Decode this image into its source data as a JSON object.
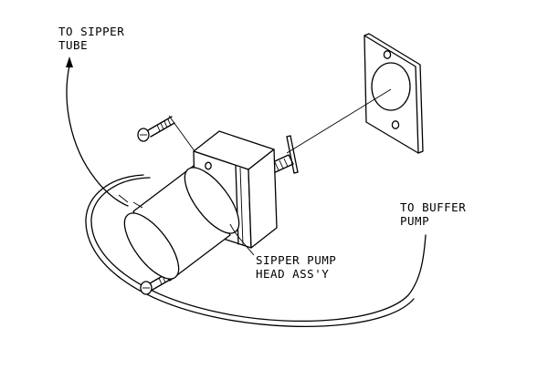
{
  "labels": {
    "sipper_tube": [
      "TO SIPPER",
      "TUBE"
    ],
    "buffer_pump": [
      "TO BUFFER",
      "PUMP"
    ],
    "head_assembly": [
      "SIPPER PUMP",
      "HEAD ASS'Y"
    ]
  }
}
